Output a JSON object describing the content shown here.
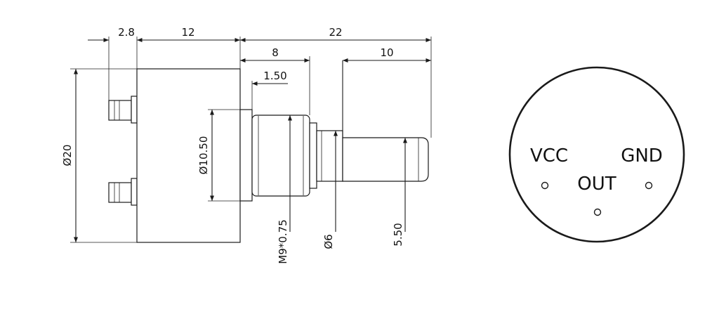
{
  "dimensions": {
    "pin_offset": "2.8",
    "body_length": "12",
    "total_length": "22",
    "bushing_length": "8",
    "flat_length": "10",
    "flange_thickness": "1.50",
    "body_diameter": "Ø20",
    "flange_diameter": "Ø10.50",
    "thread": "M9*0.75",
    "shaft_diameter": "Ø6",
    "flat_height": "5.50"
  },
  "pins": {
    "vcc": "VCC",
    "out": "OUT",
    "gnd": "GND"
  },
  "colors": {
    "line": "#1a1a1a",
    "background": "#ffffff"
  }
}
